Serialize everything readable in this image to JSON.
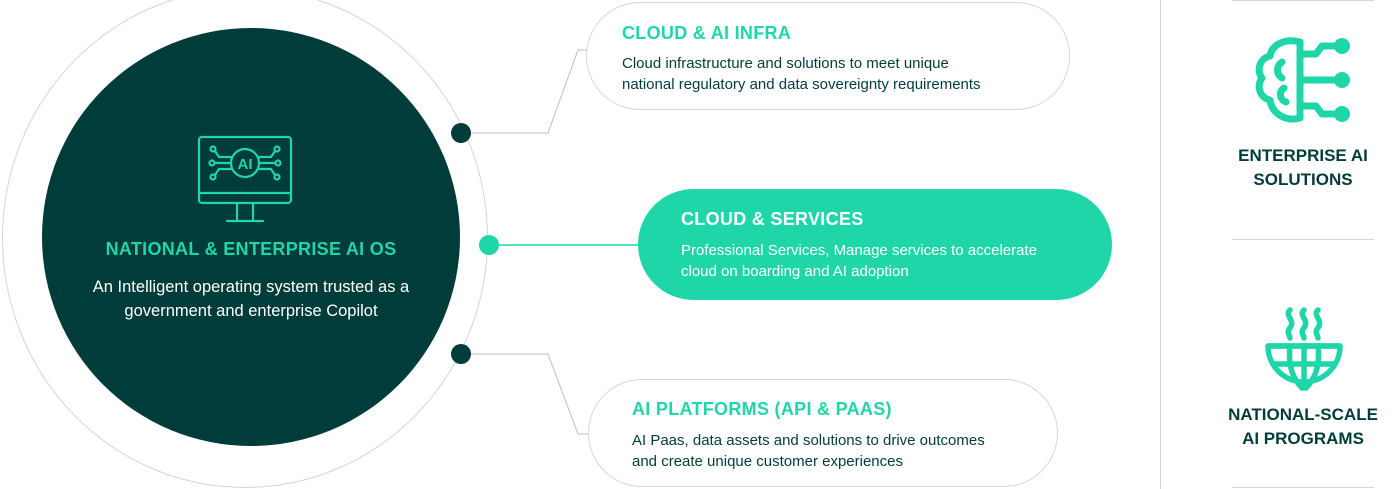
{
  "center": {
    "title": "NATIONAL & ENTERPRISE AI OS",
    "description_line1": "An Intelligent operating system trusted as a",
    "description_line2": "government and enterprise Copilot",
    "icon": "ai-monitor-icon",
    "icon_text": "AI"
  },
  "offerings": [
    {
      "title": "CLOUD & AI INFRA",
      "line1": "Cloud infrastructure  and solutions to meet unique",
      "line2": "national regulatory and data sovereignty requirements",
      "active": false
    },
    {
      "title": "CLOUD & SERVICES",
      "line1": "Professional Services, Manage services to accelerate",
      "line2": "cloud on boarding and AI adoption",
      "active": true
    },
    {
      "title": "AI PLATFORMS (API & PAAS)",
      "line1": "AI Paas, data assets and solutions to drive outcomes",
      "line2": "and create unique customer experiences",
      "active": false
    }
  ],
  "right_column": [
    {
      "icon": "brain-circuit-icon",
      "line1": "ENTERPRISE AI",
      "line2": "SOLUTIONS"
    },
    {
      "icon": "globe-heat-icon",
      "line1": "NATIONAL-SCALE",
      "line2": "AI PROGRAMS"
    }
  ],
  "colors": {
    "dark_teal": "#003d3a",
    "accent_green": "#1fd6a8",
    "border_gray": "#d4d4d4"
  }
}
